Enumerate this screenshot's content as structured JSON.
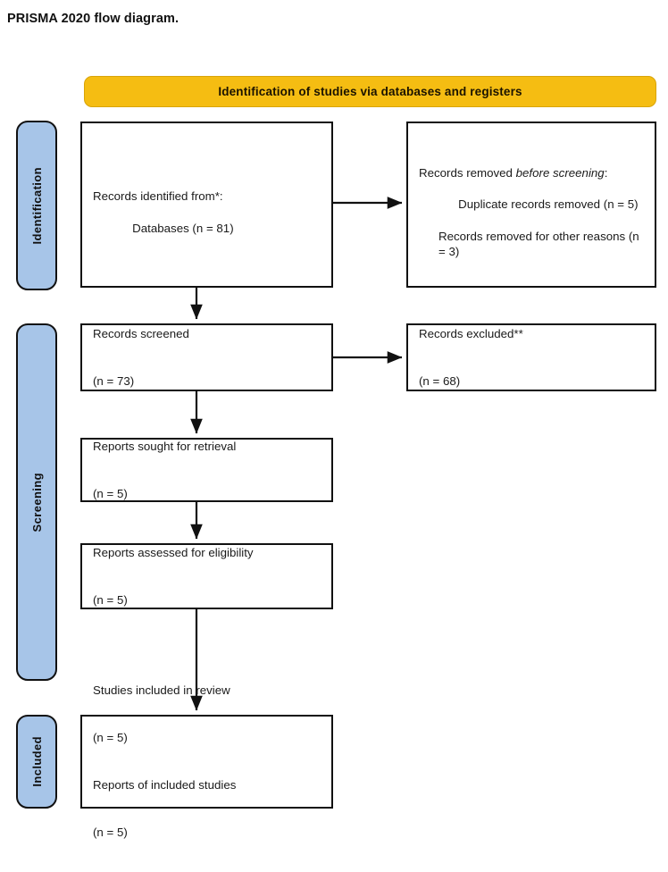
{
  "page": {
    "title": "PRISMA 2020 flow diagram."
  },
  "colors": {
    "banner_fill": "#F5BD12",
    "phase_pill_fill": "#A7C5E8",
    "node_border": "#111111",
    "node_fill": "#FFFFFF",
    "arrow": "#111111",
    "text": "#1A1A1A",
    "page_background": "#FFFFFF"
  },
  "banners": [
    {
      "id": "identification",
      "label": "Identification of studies via databases and registers"
    }
  ],
  "phases": [
    {
      "id": "identification",
      "label": "Identification"
    },
    {
      "id": "screening",
      "label": "Screening"
    },
    {
      "id": "included",
      "label": "Included"
    }
  ],
  "nodes": {
    "identified": {
      "title": "Records identified from*:",
      "items": [
        {
          "label": "Databases",
          "n": 81,
          "text": "Databases (n = 81)"
        }
      ]
    },
    "removed": {
      "title_prefix": "Records removed ",
      "title_italic": "before screening",
      "title_suffix": ":",
      "items": [
        {
          "label": "Duplicate records removed",
          "n": 5,
          "text": "Duplicate records removed (n = 5)"
        },
        {
          "label": "Records removed for other reasons",
          "n": 3,
          "text": "Records removed for other reasons (n = 3)"
        }
      ]
    },
    "screened": {
      "title": "Records screened",
      "n": 73,
      "count_text": "(n = 73)"
    },
    "excluded": {
      "title": "Records excluded**",
      "n": 68,
      "count_text": "(n = 68)"
    },
    "sought": {
      "title": "Reports sought for retrieval",
      "n": 5,
      "count_text": "(n = 5)"
    },
    "assessed": {
      "title": "Reports assessed for eligibility",
      "n": 5,
      "count_text": "(n = 5)"
    },
    "included": {
      "line1": "Studies included in review",
      "line2": "(n = 5)",
      "line3": "Reports of included studies",
      "line4": "(n = 5)",
      "studies_n": 5,
      "reports_n": 5
    }
  },
  "flow": {
    "type": "flowchart",
    "edges": [
      {
        "from": "identified",
        "to": "removed",
        "direction": "right",
        "label": ""
      },
      {
        "from": "identified",
        "to": "screened",
        "direction": "down",
        "label": ""
      },
      {
        "from": "screened",
        "to": "excluded",
        "direction": "right",
        "label": ""
      },
      {
        "from": "screened",
        "to": "sought",
        "direction": "down",
        "label": ""
      },
      {
        "from": "sought",
        "to": "assessed",
        "direction": "down",
        "label": ""
      },
      {
        "from": "assessed",
        "to": "included",
        "direction": "down",
        "label": ""
      }
    ]
  }
}
